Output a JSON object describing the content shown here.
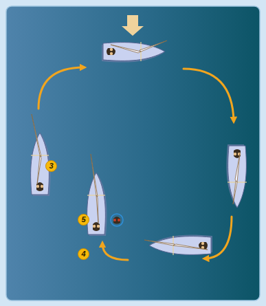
{
  "diagram": {
    "labels": [
      "3",
      "5",
      "4"
    ]
  }
}
